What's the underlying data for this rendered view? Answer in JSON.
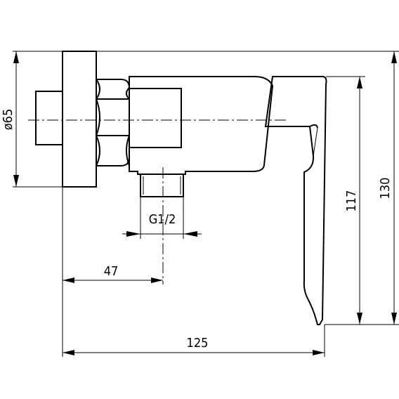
{
  "drawing": {
    "dimensions": {
      "diameter_label": "ø65",
      "thread_label": "G1/2",
      "offset_label": "47",
      "depth_label": "125",
      "lever_height_label": "117",
      "total_height_label": "130"
    }
  }
}
